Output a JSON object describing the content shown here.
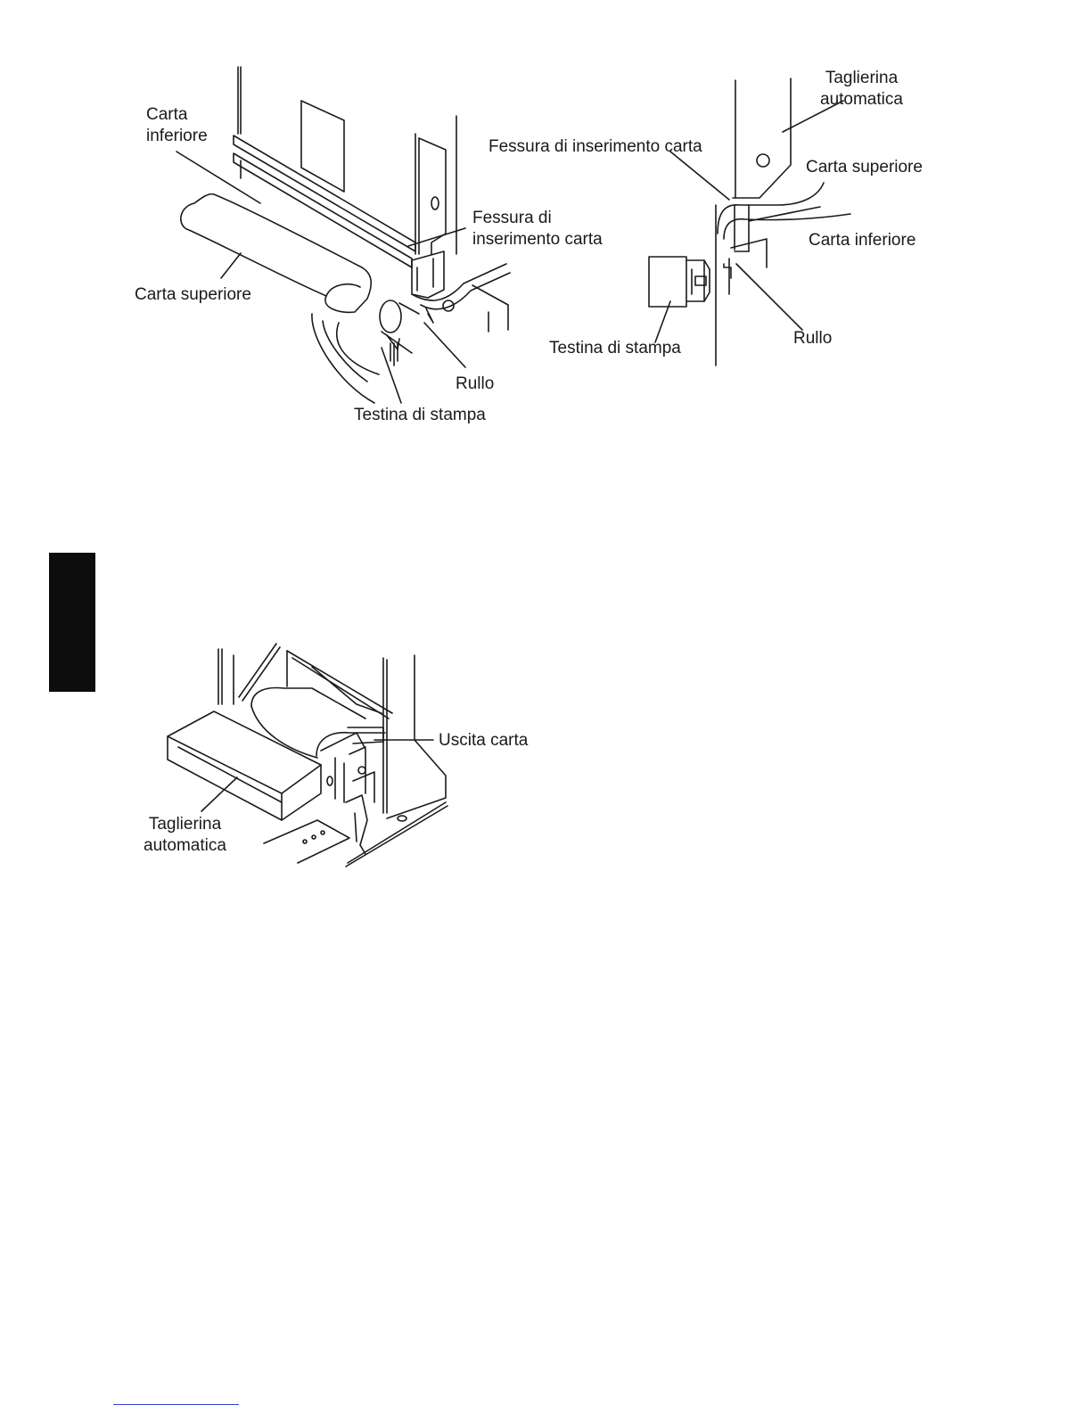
{
  "figure1": {
    "labels": {
      "carta_inferiore": "Carta\ninferiore",
      "fessura": "Fessura di\ninserimento carta",
      "carta_superiore": "Carta superiore",
      "rullo": "Rullo",
      "testina": "Testina di stampa"
    }
  },
  "figure2": {
    "labels": {
      "taglierina": "Taglierina\nautomatica",
      "fessura": "Fessura di inserimento carta",
      "carta_superiore": "Carta superiore",
      "carta_inferiore": "Carta inferiore",
      "testina": "Testina di stampa",
      "rullo": "Rullo"
    }
  },
  "figure3": {
    "labels": {
      "uscita": "Uscita carta",
      "taglierina": "Taglierina\nautomatica"
    }
  },
  "colors": {
    "ink": "#1a1a1a",
    "tab": "#0d0d0d",
    "footer_line": "#3344cc"
  }
}
